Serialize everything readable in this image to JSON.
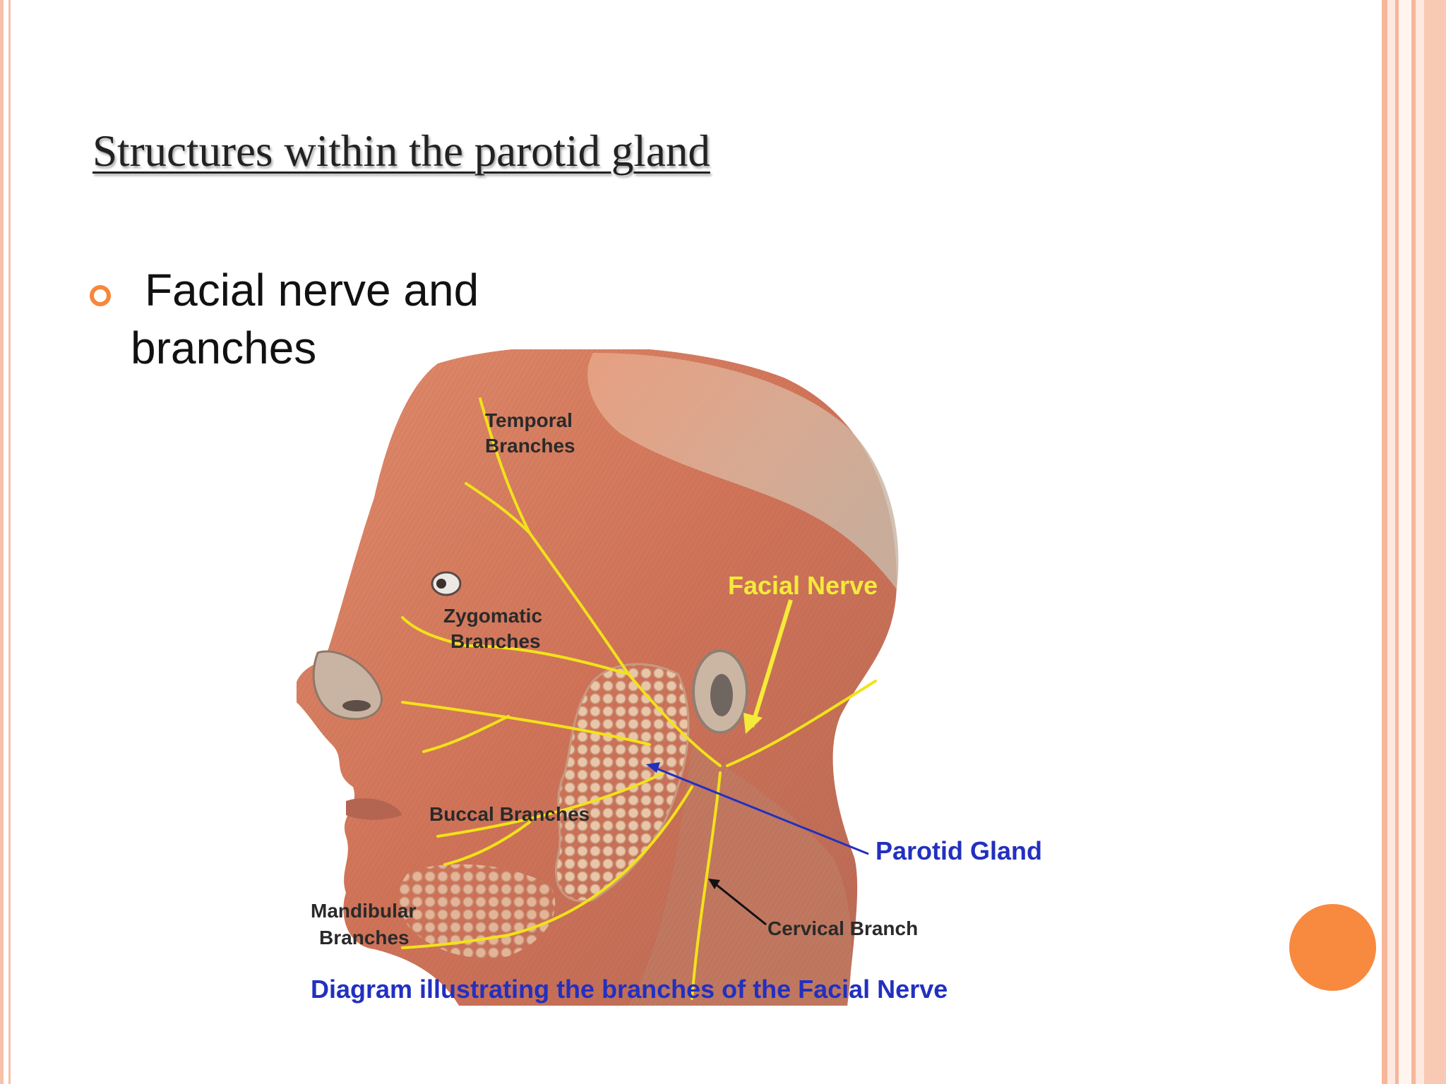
{
  "slide": {
    "title": "Structures within the parotid gland",
    "bullets": [
      {
        "text": "Facial nerve and branches"
      }
    ]
  },
  "diagram": {
    "labels": {
      "temporal_line1": "Temporal",
      "temporal_line2": "Branches",
      "zygomatic_line1": "Zygomatic",
      "zygomatic_line2": "Branches",
      "buccal": "Buccal Branches",
      "mandibular_line1": "Mandibular",
      "mandibular_line2": "Branches",
      "facial_nerve": "Facial Nerve",
      "parotid_gland": "Parotid Gland",
      "cervical_branch": "Cervical Branch"
    },
    "caption": "Diagram illustrating the branches of the Facial Nerve"
  },
  "colors": {
    "accent": "#f7873b",
    "border": "#f7c1aa",
    "nerve": "#f2e21a",
    "label_blue": "#2230c0",
    "label_yellow": "#f4ea3a"
  }
}
